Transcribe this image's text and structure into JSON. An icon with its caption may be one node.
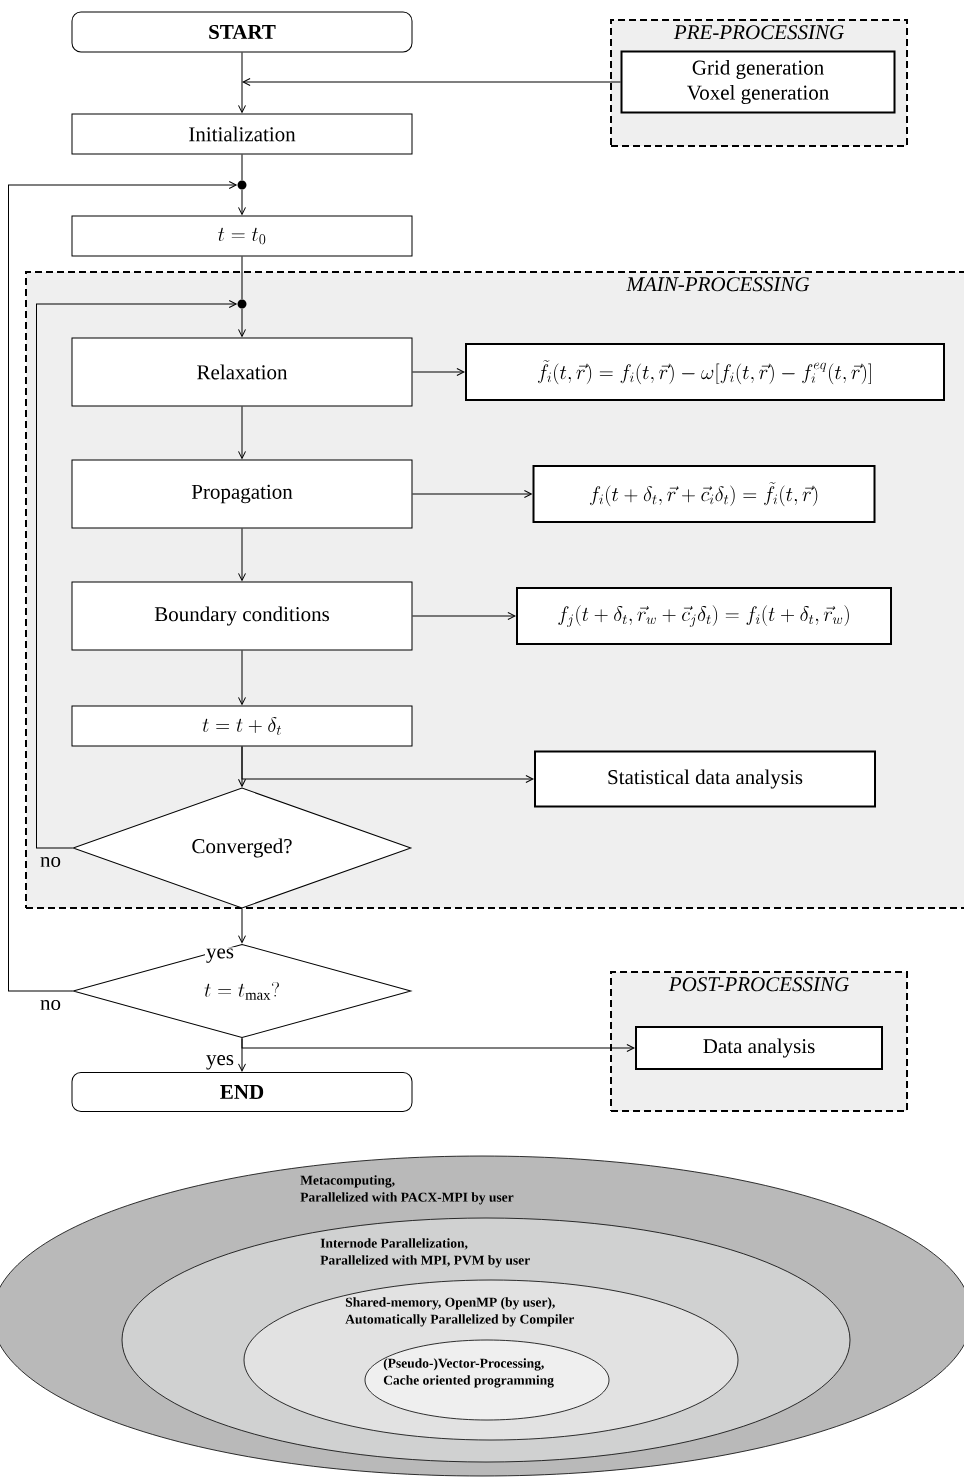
{
  "diagram": {
    "nodes": [
      {
        "text": [
          "START"
        ]
      },
      {
        "text": [
          "PRE-PROCESSING"
        ]
      },
      {
        "text": [
          "Grid generation",
          "Voxel generation"
        ],
        "in": 1
      },
      {
        "text": [
          "Initialization"
        ]
      },
      {
        "text": [],
        "shape": "circle"
      },
      {
        "text": [
          "t = t_0"
        ]
      },
      {
        "text": [
          "MAIN-PROCESSING"
        ]
      },
      {
        "text": [],
        "shape": "circle",
        "in": 6
      },
      {
        "text": [
          "Relaxation"
        ],
        "in": 6
      },
      {
        "text": [
          "\\tilde{f}_i(t,\\vec{r}) = f_i(t,\\vec{r}) - \\omega[f_i(t,\\vec{r}) - f_i^{eq}(t,\\vec{r})]"
        ],
        "in": 6
      },
      {
        "text": [
          "Propagation"
        ],
        "in": 6
      },
      {
        "text": [
          "f_i(t+\\delta_t,\\vec{r}+\\vec{c}_i\\delta_t) = \\tilde{f}_i(t,\\vec{r})"
        ],
        "in": 6
      },
      {
        "text": [
          "Boundary conditions"
        ],
        "in": 6
      },
      {
        "text": [
          "f_j(t+\\delta_t,\\vec{r}_w+\\vec{c}_j\\delta_t) = f_i(t+\\delta_t,\\vec{r}_w)"
        ],
        "in": 6
      },
      {
        "text": [
          "t = t+\\delta_t"
        ],
        "in": 6
      },
      {
        "text": [
          "Statistical data analysis"
        ],
        "in": 6
      },
      {
        "text": [
          "Converged?"
        ],
        "in": 6
      },
      {
        "text": [
          "t = t_{\\mathrm{max}}?"
        ]
      },
      {
        "text": [
          "POST-PROCESSING"
        ]
      },
      {
        "text": [
          "Data analysis"
        ],
        "in": 18
      },
      {
        "text": [
          "END"
        ]
      },
      {
        "text": [
          "Metacomputing,",
          "Parallelized with PACX-MPI by user"
        ]
      },
      {
        "text": [
          "Internode Parallelization,",
          "Parallelized with MPI, PVM by user"
        ],
        "in": 21
      },
      {
        "text": [
          "Shared-memory, OpenMP (by user),",
          "Automatically Parallelized by Compiler"
        ],
        "in": 22
      },
      {
        "text": [
          "(Pseudo-)Vector-Processing,",
          "Cache oriented programming"
        ],
        "in": 23
      }
    ],
    "edges": [
      {
        "from": 0,
        "to": 3,
        "arrow": "to"
      },
      {
        "from": 2,
        "to": 3,
        "arrow": "to"
      },
      {
        "from": 3,
        "to": 4,
        "arrow": "none"
      },
      {
        "from": 4,
        "to": 5,
        "arrow": "to"
      },
      {
        "from": 5,
        "to": 7,
        "arrow": "none"
      },
      {
        "from": 7,
        "to": 8,
        "arrow": "to"
      },
      {
        "from": 8,
        "to": 9,
        "arrow": "to"
      },
      {
        "from": 8,
        "to": 10,
        "arrow": "to"
      },
      {
        "from": 10,
        "to": 11,
        "arrow": "to"
      },
      {
        "from": 10,
        "to": 12,
        "arrow": "to"
      },
      {
        "from": 12,
        "to": 13,
        "arrow": "to"
      },
      {
        "from": 12,
        "to": 14,
        "arrow": "to"
      },
      {
        "from": 14,
        "to": 15,
        "arrow": "to"
      },
      {
        "from": 14,
        "to": 16,
        "arrow": "to"
      },
      {
        "from": 16,
        "to": 7,
        "arrow": "to",
        "label": "no"
      },
      {
        "from": 16,
        "to": 17,
        "arrow": "to",
        "label": "yes"
      },
      {
        "from": 17,
        "to": 4,
        "arrow": "to",
        "label": "no"
      },
      {
        "from": 17,
        "to": 20,
        "arrow": "to",
        "label": "yes"
      },
      {
        "from": 17,
        "to": 19,
        "arrow": "to"
      }
    ]
  }
}
